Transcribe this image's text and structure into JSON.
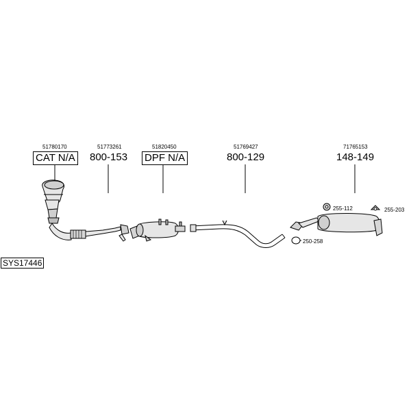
{
  "system_code": "SYS17446",
  "parts": [
    {
      "oem": "51780170",
      "code": "CAT N/A",
      "boxed": true
    },
    {
      "oem": "51773261",
      "code": "800-153",
      "boxed": false
    },
    {
      "oem": "51820450",
      "code": "DPF N/A",
      "boxed": true
    },
    {
      "oem": "51769427",
      "code": "800-129",
      "boxed": false
    },
    {
      "oem": "71765153",
      "code": "148-149",
      "boxed": false
    }
  ],
  "accessories": [
    {
      "code": "255-112",
      "icon": "rubber-hanger-icon"
    },
    {
      "code": "255-203",
      "icon": "mounting-bracket-icon"
    },
    {
      "code": "250-258",
      "icon": "pipe-clamp-icon"
    }
  ]
}
